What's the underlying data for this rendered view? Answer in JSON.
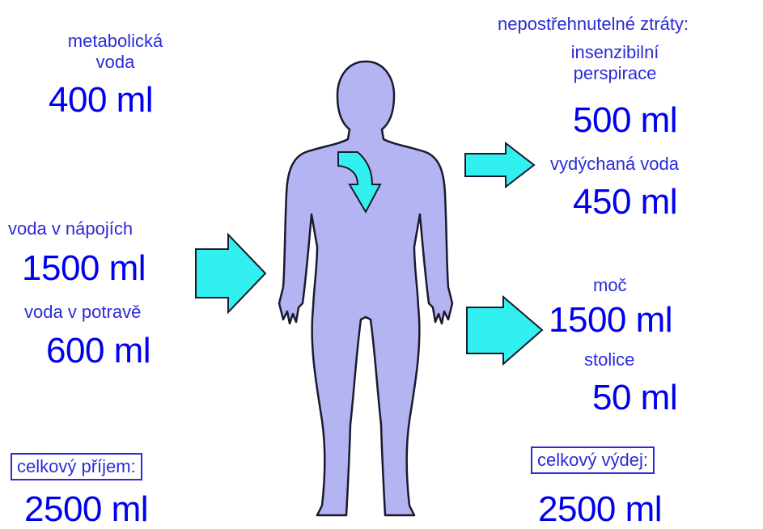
{
  "intake": {
    "metabolic_label": "metabolická voda",
    "metabolic_line1": "metabolická",
    "metabolic_line2": "voda",
    "metabolic_value": "400 ml",
    "drinks_label": "voda v nápojích",
    "drinks_value": "1500 ml",
    "food_label": "voda v potravě",
    "food_value": "600 ml",
    "total_label": "celkový příjem:",
    "total_value": "2500 ml"
  },
  "output": {
    "insensible_header": "nepostřehnutelné ztráty:",
    "perspiration_line1": "insenzibilní",
    "perspiration_line2": "perspirace",
    "perspiration_value": "500 ml",
    "exhaled_label": "vydýchaná voda",
    "exhaled_value": "450 ml",
    "urine_label": "moč",
    "urine_value": "1500 ml",
    "stool_label": "stolice",
    "stool_value": "50 ml",
    "total_label": "celkový výdej:",
    "total_value": "2500 ml"
  },
  "colors": {
    "text": "#2b2bd9",
    "value": "#0000ee",
    "body": "#b4b4f2",
    "arrow": "#33f0f0"
  },
  "icons": {
    "body": "human-body-silhouette",
    "intake_arrow": "right-arrow",
    "internal_arrow": "curved-down-arrow",
    "output_arrows": "right-arrow"
  }
}
